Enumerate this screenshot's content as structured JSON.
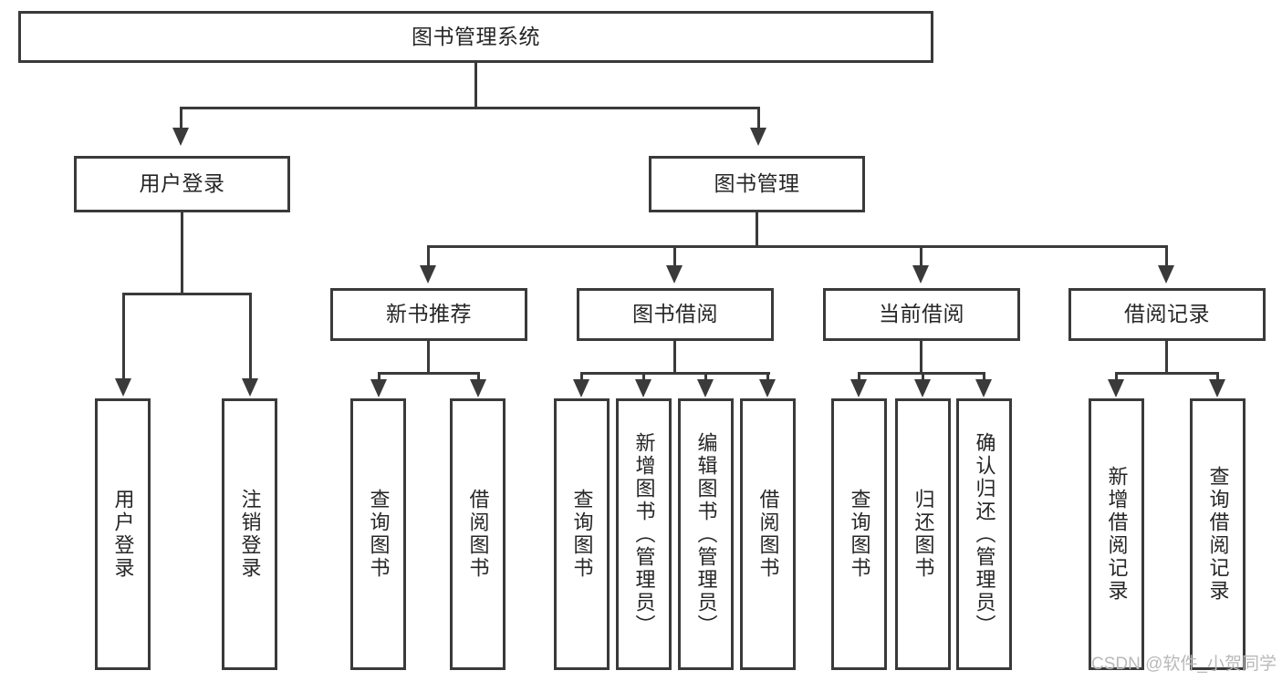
{
  "diagram": {
    "title": "图书管理系统",
    "type": "hierarchy-tree",
    "root": {
      "id": "root",
      "label": "图书管理系统"
    },
    "level2": [
      {
        "id": "user-login",
        "label": "用户登录"
      },
      {
        "id": "book-manage",
        "label": "图书管理"
      }
    ],
    "level3": [
      {
        "id": "new-book-rec",
        "label": "新书推荐",
        "parent": "book-manage"
      },
      {
        "id": "book-borrow",
        "label": "图书借阅",
        "parent": "book-manage"
      },
      {
        "id": "current-borrow",
        "label": "当前借阅",
        "parent": "book-manage"
      },
      {
        "id": "borrow-record",
        "label": "借阅记录",
        "parent": "book-manage"
      }
    ],
    "leaves": {
      "user_login": [
        {
          "id": "leaf-user-login",
          "label": "用户登录"
        },
        {
          "id": "leaf-logout",
          "label": "注销登录"
        }
      ],
      "new_book_rec": [
        {
          "id": "leaf-query-book-1",
          "label": "查询图书"
        },
        {
          "id": "leaf-borrow-book-1",
          "label": "借阅图书"
        }
      ],
      "book_borrow": [
        {
          "id": "leaf-query-book-2",
          "label": "查询图书"
        },
        {
          "id": "leaf-add-book",
          "label": "新增图书（管理员）"
        },
        {
          "id": "leaf-edit-book",
          "label": "编辑图书（管理员）"
        },
        {
          "id": "leaf-borrow-book-2",
          "label": "借阅图书"
        }
      ],
      "current_borrow": [
        {
          "id": "leaf-query-book-3",
          "label": "查询图书"
        },
        {
          "id": "leaf-return-book",
          "label": "归还图书"
        },
        {
          "id": "leaf-confirm-return",
          "label": "确认归还（管理员）"
        }
      ],
      "borrow_record": [
        {
          "id": "leaf-add-record",
          "label": "新增借阅记录"
        },
        {
          "id": "leaf-query-record",
          "label": "查询借阅记录"
        }
      ]
    },
    "colors": {
      "stroke": "#3a3a3a",
      "fill": "#ffffff",
      "text": "#262626",
      "watermark": "#b9b9b9"
    }
  },
  "watermark": {
    "text": "CSDN @软件_小贺同学"
  }
}
